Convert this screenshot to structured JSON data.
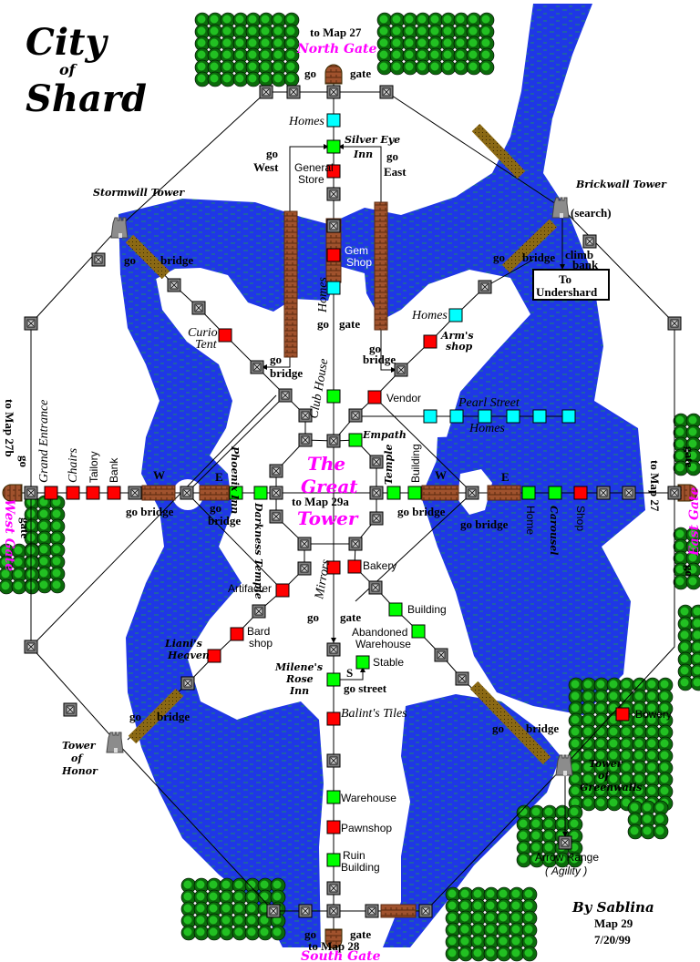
{
  "title": {
    "line1": "City",
    "line2": "of",
    "line3": "Shard"
  },
  "credits": {
    "author": "By Sablina",
    "map": "Map 29",
    "date": "7/20/99"
  },
  "colors": {
    "water": "#1f37e6",
    "water_ripple": "#1c8a6a",
    "shop": "#ff0000",
    "building": "#00ff00",
    "home": "#00ffff",
    "junction": "#808080",
    "gate_label": "#ff00ff",
    "trees": "#149414"
  },
  "north": {
    "to_map": "to Map 27",
    "gate_name": "North Gate",
    "go": "go",
    "gate": "gate"
  },
  "south": {
    "to_map": "to Map 28",
    "gate_name": "South Gate",
    "go": "go",
    "gate": "gate"
  },
  "west": {
    "to_map": "to Map 27b",
    "gate_name": "West Gate",
    "go": "go",
    "gate": "gate"
  },
  "east": {
    "to_map": "to Map 27",
    "gate_name": "East Gate",
    "go": "go",
    "gate": "gate"
  },
  "center": {
    "line1": "The",
    "line2": "Great",
    "line3": "Tower",
    "to_map": "to Map 29a"
  },
  "towers": {
    "stormwill": "Stormwill Tower",
    "brickwall": "Brickwall Tower",
    "brickwall_note": "(search)",
    "honor_1": "Tower",
    "honor_2": "of",
    "honor_3": "Honor",
    "greenwalls_1": "Tower",
    "greenwalls_2": "of",
    "greenwalls_3": "Greenwalls"
  },
  "undershard": {
    "climb": "climb",
    "bank": "bank",
    "box_1": "To",
    "box_2": "Undershard"
  },
  "north_area": {
    "homes": "Homes",
    "silver_eye_1": "Silver Eye",
    "silver_eye_2": "Inn",
    "go_west_1": "go",
    "go_west_2": "West",
    "general_store_1": "General",
    "general_store_2": "Store",
    "go_east_1": "go",
    "go_east_2": "East",
    "gem_shop_1": "Gem",
    "gem_shop_2": "Shop",
    "homes_vertical": "Homes",
    "go": "go",
    "gate": "gate",
    "club_house": "Club House",
    "vendor": "Vendor",
    "curio_1": "Curio",
    "curio_2": "Tent",
    "go_bridge_w_1": "go",
    "go_bridge_w_2": "bridge",
    "go_bridge_e_1": "go",
    "go_bridge_e_2": "bridge",
    "homes_ne": "Homes",
    "arms_1": "Arm's",
    "arms_2": "shop",
    "ne_go": "go",
    "ne_bridge": "bridge",
    "nw_go": "go",
    "nw_bridge": "bridge"
  },
  "pearl": {
    "street": "Pearl Street",
    "homes": "Homes"
  },
  "west_area": {
    "grand_entrance": "Grand Entrance",
    "chairs": "Chairs",
    "tailory": "Tailory",
    "bank": "Bank",
    "w": "W",
    "e": "E",
    "go_bridge": "go bridge",
    "go2": "go",
    "bridge2": "bridge",
    "phoenix": "Phoenix Inn",
    "darkness": "Darkness Temple"
  },
  "east_area": {
    "empath": "Empath",
    "temple": "Temple",
    "building": "Building",
    "w": "W",
    "e": "E",
    "go_bridge1": "go bridge",
    "go_bridge2": "go bridge",
    "home": "Home",
    "carousel": "Carousel",
    "shop": "Shop"
  },
  "south_area": {
    "mirrors": "Mirrors",
    "bakery": "Bakery",
    "artifacter": "Artifacter",
    "building": "Building",
    "abandoned_1": "Abandoned",
    "abandoned_2": "Warehouse",
    "bard_1": "Bard",
    "bard_2": "shop",
    "liani_1": "Liani's",
    "liani_2": "Heaven",
    "go": "go",
    "gate": "gate",
    "stable": "Stable",
    "s": "S",
    "go_street": "go street",
    "milene_1": "Milene's",
    "milene_2": "Rose",
    "milene_3": "Inn",
    "balint": "Balint's Tiles",
    "warehouse": "Warehouse",
    "pawnshop": "Pawnshop",
    "ruin_1": "Ruin",
    "ruin_2": "Building",
    "sw_go": "go",
    "sw_bridge": "bridge",
    "se_go": "go",
    "se_bridge": "bridge",
    "bowery": "Bowery",
    "arrow_1": "Arrow Range",
    "arrow_2": "( Agility )"
  }
}
